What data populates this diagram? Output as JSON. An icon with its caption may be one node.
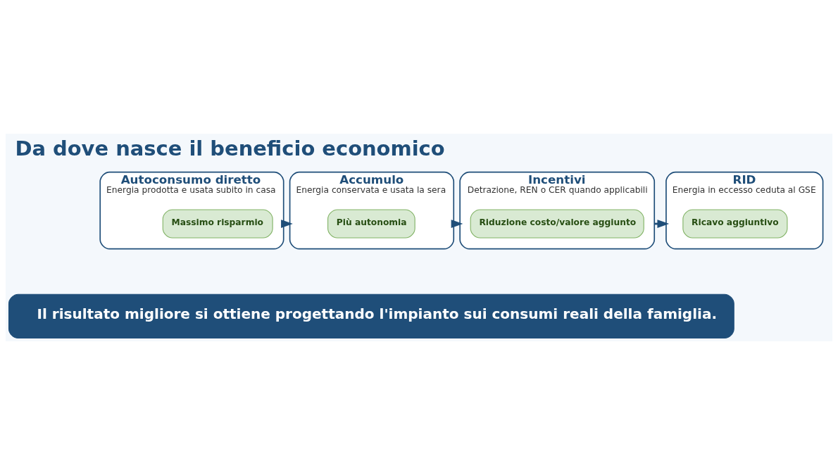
{
  "diagram": {
    "title": "Da dove nasce il beneficio economico",
    "nodes": [
      {
        "text": [
          "Autoconsumo diretto",
          "Energia prodotta e usata subito in casa"
        ]
      },
      {
        "text": [
          "Massimo risparmio"
        ],
        "in": 0
      },
      {
        "text": [
          "Accumulo",
          "Energia conservata e usata la sera"
        ]
      },
      {
        "text": [
          "Più autonomia"
        ],
        "in": 2
      },
      {
        "text": [
          "Incentivi",
          "Detrazione, REN o CER quando applicabili"
        ]
      },
      {
        "text": [
          "Riduzione costo/valore aggiunto"
        ],
        "in": 4
      },
      {
        "text": [
          "RID",
          "Energia in eccesso ceduta al GSE"
        ]
      },
      {
        "text": [
          "Ricavo aggiuntivo"
        ],
        "in": 6
      },
      {
        "text": [
          "Il risultato migliore si ottiene progettando l'impianto sui consumi reali della famiglia."
        ]
      }
    ],
    "edges": [
      {
        "from": 0,
        "to": 2,
        "arrow": "to"
      },
      {
        "from": 2,
        "to": 4,
        "arrow": "to"
      },
      {
        "from": 4,
        "to": 6,
        "arrow": "to"
      }
    ]
  }
}
